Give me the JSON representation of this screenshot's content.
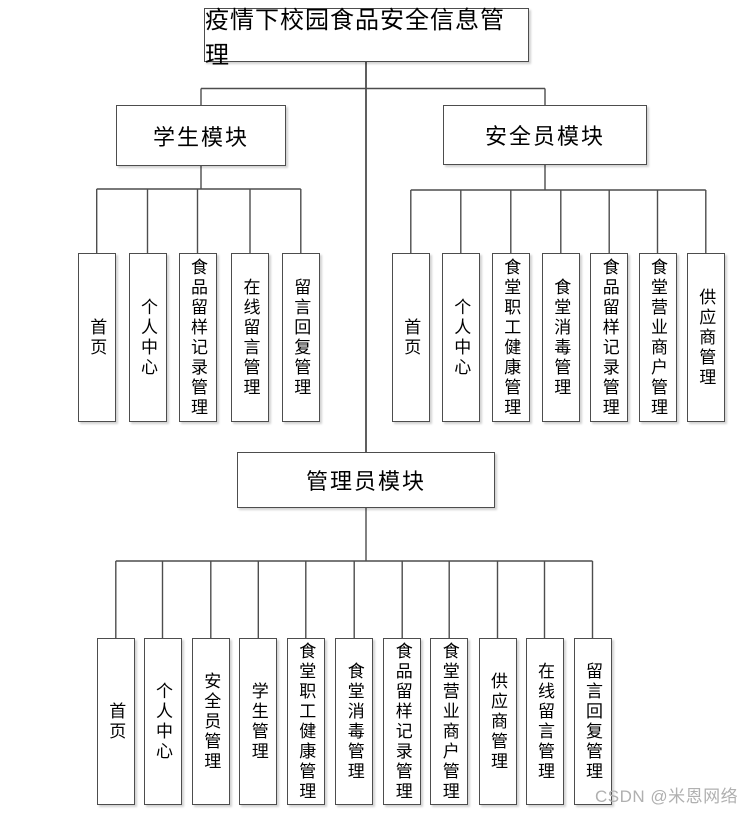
{
  "diagram": {
    "title": "疫情下校园食品安全信息管理",
    "modules": [
      {
        "id": "student",
        "label": "学生模块",
        "children": [
          "首页",
          "个人中心",
          "食品留样记录管理",
          "在线留言管理",
          "留言回复管理"
        ]
      },
      {
        "id": "safety",
        "label": "安全员模块",
        "children": [
          "首页",
          "个人中心",
          "食堂职工健康管理",
          "食堂消毒管理",
          "食品留样记录管理",
          "食堂营业商户管理",
          "供应商管理"
        ]
      },
      {
        "id": "admin",
        "label": "管理员模块",
        "children": [
          "首页",
          "个人中心",
          "安全员管理",
          "学生管理",
          "食堂职工健康管理",
          "食堂消毒管理",
          "食品留样记录管理",
          "食堂营业商户管理",
          "供应商管理",
          "在线留言管理",
          "留言回复管理"
        ]
      }
    ],
    "watermark": "CSDN @米恩网络",
    "colors": {
      "line": "#4d4d4d",
      "border": "#4d4d4d",
      "text": "#000000",
      "watermark": "#b0b0b0",
      "background": "#ffffff"
    }
  }
}
